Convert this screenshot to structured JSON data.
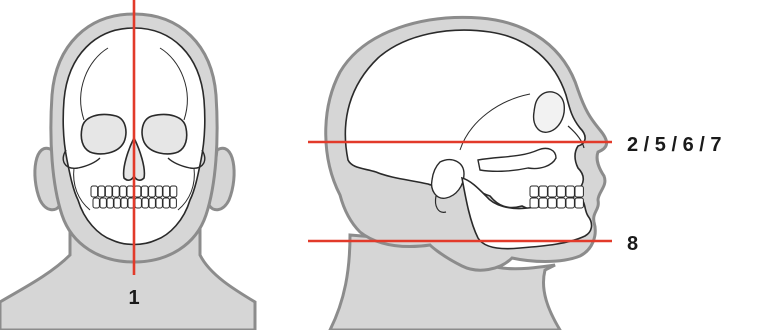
{
  "labels": {
    "front_midline": "1",
    "side_upper": "2 / 5 / 6 / 7",
    "side_lower": "8"
  },
  "colors": {
    "reference_line": "#e23a2a",
    "skin_fill": "#d6d6d6",
    "skin_outline": "#8c8c8c",
    "bone_fill": "#ffffff",
    "bone_outline": "#2a2a2a",
    "label_text": "#1a1a1a"
  },
  "figures": [
    "front-view-head",
    "side-view-head"
  ]
}
